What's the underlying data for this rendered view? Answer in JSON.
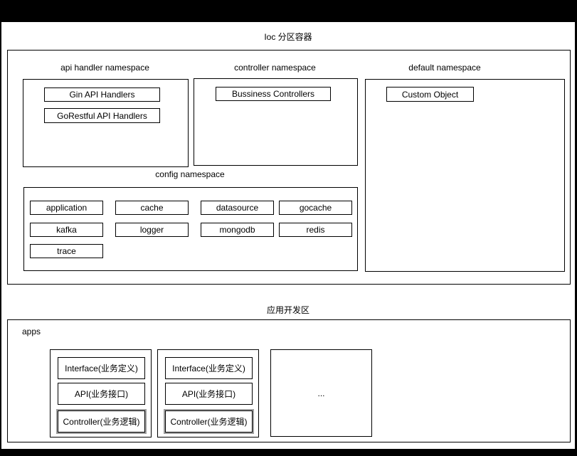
{
  "colors": {
    "frame": "#000000",
    "canvas": "#ffffff",
    "node_border": "#000000",
    "controller_highlight_outline": "#9e9e9e"
  },
  "ioc": {
    "title": "Ioc 分区容器",
    "namespaces": [
      {
        "label": "api handler namespace",
        "items": [
          "Gin API Handlers",
          "GoRestful API Handlers"
        ]
      },
      {
        "label": "controller namespace",
        "items": [
          "Bussiness Controllers"
        ]
      },
      {
        "label": "default namespace",
        "items": [
          "Custom Object"
        ]
      },
      {
        "label": "config namespace",
        "items": [
          "application",
          "cache",
          "datasource",
          "gocache",
          "kafka",
          "logger",
          "mongodb",
          "redis",
          "trace"
        ]
      }
    ]
  },
  "dev": {
    "title": "应用开发区",
    "apps_label": "apps",
    "groups": [
      {
        "items": [
          "Interface(业务定义)",
          "API(业务接口)",
          "Controller(业务逻辑)"
        ]
      },
      {
        "items": [
          "Interface(业务定义)",
          "API(业务接口)",
          "Controller(业务逻辑)"
        ]
      }
    ],
    "ellipsis": "..."
  }
}
